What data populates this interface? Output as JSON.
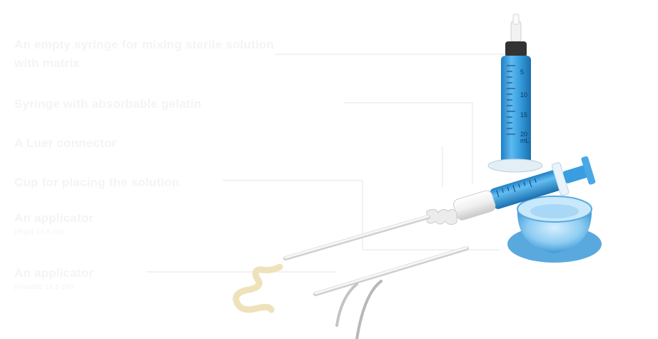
{
  "labels": {
    "empty_syringe": "An empty syringe for mixing sterile solution with matrix",
    "gelatin_syringe": "Syringe with absorbable gelatin",
    "luer_connector": "A Luer connector",
    "cup": "Cup for placing the solution",
    "applicator_rigid": {
      "title": "An applicator",
      "note": "(Rigid 14.5 cm)"
    },
    "applicator_flexible": {
      "title": "An applicator",
      "note": "(Flexible 14.5 cm)"
    }
  },
  "scale_marks": [
    "5",
    "10",
    "15",
    "20",
    "mL"
  ],
  "colors": {
    "syringe_blue": "#3aa0e0",
    "cup_blue": "#7fc6ee",
    "gelatin": "#f1e6c2",
    "leader_line": "#e6e6e6"
  }
}
